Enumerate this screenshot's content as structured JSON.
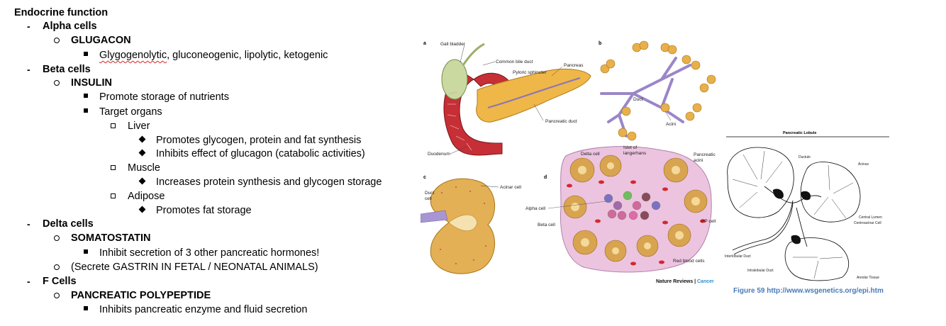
{
  "outline": {
    "heading": "Endocrine function",
    "dash": "-",
    "alpha": {
      "title": "Alpha cells",
      "hormone": "GLUGACON",
      "effect_misspelled": "Glygogenolytic",
      "effect_rest": ", gluconeogenic, lipolytic, ketogenic"
    },
    "beta": {
      "title": "Beta cells",
      "hormone": "INSULIN",
      "point1": "Promote storage of nutrients",
      "point2": "Target organs",
      "liver": "Liver",
      "liver_a": "Promotes glycogen, protein and fat synthesis",
      "liver_b": "Inhibits effect of glucagon (catabolic activities)",
      "muscle": "Muscle",
      "muscle_a": "Increases protein synthesis and glycogen storage",
      "adipose": "Adipose",
      "adipose_a": "Promotes fat storage"
    },
    "delta": {
      "title": "Delta cells",
      "hormone": "SOMATOSTATIN",
      "point1": "Inhibit secretion of 3 other pancreatic hormones!",
      "note": "(Secrete GASTRIN IN FETAL / NEONATAL ANIMALS)"
    },
    "f": {
      "title": "F Cells",
      "hormone": "PANCREATIC POLYPEPTIDE",
      "point1": "Inhibits pancreatic enzyme and fluid secretion"
    }
  },
  "figure_left": {
    "panel_a": "a",
    "panel_b": "b",
    "panel_c": "c",
    "panel_d": "d",
    "gall_bladder": "Gall bladder",
    "common_bile_duct": "Common bile duct",
    "pyloric_sphincter": "Pyloric sphincter",
    "pancreas": "Pancreas",
    "pancreatic_duct": "Pancreatic duct",
    "duodenum": "Duodenum",
    "duct": "Duct",
    "acini": "Acini",
    "duct_cell_1": "Duct",
    "duct_cell_2": "cell",
    "acinar_cell": "Acinar cell",
    "delta_cell": "Delta cell",
    "islet_1": "Islet of",
    "islet_2": "langerhans",
    "pancreatic_acini_1": "Pancreatic",
    "pancreatic_acini_2": "acini",
    "alpha_cell": "Alpha cell",
    "beta_cell": "Beta cell",
    "pp_cell": "PP cell",
    "red_blood_cells": "Red blood cells",
    "credit_a": "Nature Reviews",
    "credit_sep": " | ",
    "credit_b": "Cancer"
  },
  "figure_right": {
    "title": "Pancreatic Lobule",
    "ductule": "Ductule",
    "acinus": "Acinus",
    "central_lumen": "Central Lumen",
    "centroacinar_cell": "Centroacinar Cell",
    "interlobular_duct": "Interlobular Duct",
    "intralobular_duct": "Intralobular Duct",
    "areolar_tissue": "Areolar Tissue",
    "caption": "Figure 59 http://www.wsgenetics.org/epi.htm"
  },
  "colors": {
    "caption": "#4a7ab8",
    "credit_accent": "#2b8fd1",
    "spellcheck": "#d22222"
  }
}
